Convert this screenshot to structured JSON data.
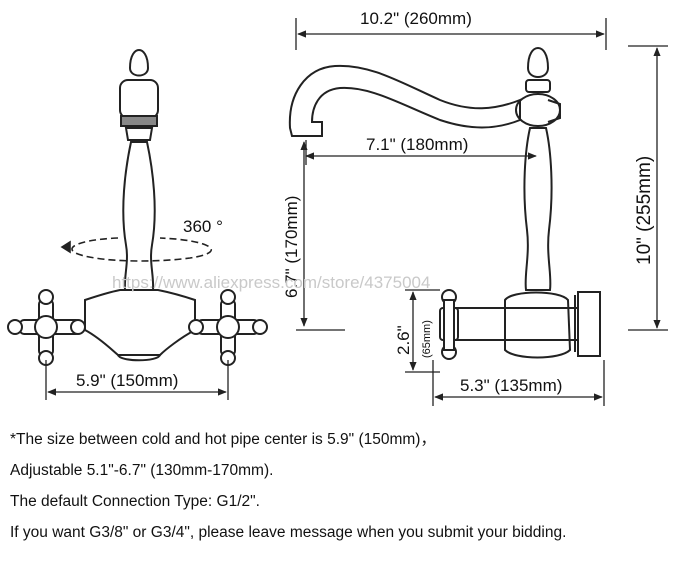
{
  "dimensions": {
    "overall_length": "10.2\" (260mm)",
    "spout_reach": "7.1\" (180mm)",
    "spout_height": "6.7\" (170mm)",
    "total_height": "10\" (255mm)",
    "handle_height": "2.6\"",
    "handle_height_mm": "(65mm)",
    "center_distance": "5.9\" (150mm)",
    "wall_depth": "5.3\" (135mm)",
    "rotation": "360 °"
  },
  "watermark": "https://www.aliexpress.com/store/4375004",
  "notes": [
    "*The size between cold and hot pipe center is 5.9\" (150mm)，",
    "Adjustable 5.1\"-6.7\" (130mm-170mm).",
    "The default Connection Type: G1/2\".",
    "If you want G3/8\" or G3/4\", please leave message when you submit your bidding."
  ]
}
